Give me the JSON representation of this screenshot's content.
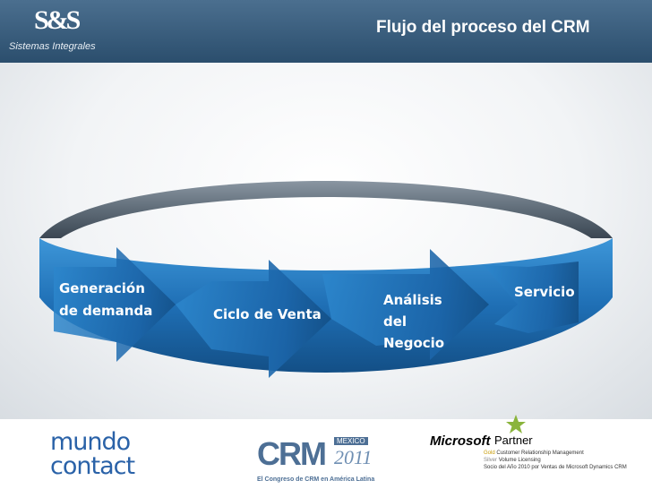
{
  "header": {
    "logo_mark": "S&S",
    "logo_text": "Sistemas Integrales",
    "title": "Flujo del proceso del CRM"
  },
  "diagram": {
    "steps": [
      {
        "lines": [
          "Generación",
          "de demanda"
        ]
      },
      {
        "lines": [
          "Ciclo de Venta"
        ]
      },
      {
        "lines": [
          "Análisis",
          "del",
          "Negocio"
        ]
      },
      {
        "lines": [
          "Servicio"
        ]
      }
    ],
    "colors": {
      "ring_top": "#5f6c78",
      "ring_inner": "#3b4652",
      "arrow": "#1f6fb5",
      "arrow_light": "#3d96d8"
    }
  },
  "footer": {
    "mundo_line1": "mundo",
    "mundo_line2": "contact",
    "crm_logo": {
      "big": "CRM",
      "country": "MEXICO",
      "year": "2011",
      "tagline": "El Congreso de CRM en América Latina"
    },
    "microsoft": {
      "name": "Microsoft",
      "partner": "Partner",
      "gold_label": "Gold",
      "gold_text": "Customer Relationship Management",
      "silver_label": "Silver",
      "silver_text": "Volume Licensing",
      "award": "Socio del Año 2010 por Ventas de Microsoft Dynamics CRM"
    }
  }
}
